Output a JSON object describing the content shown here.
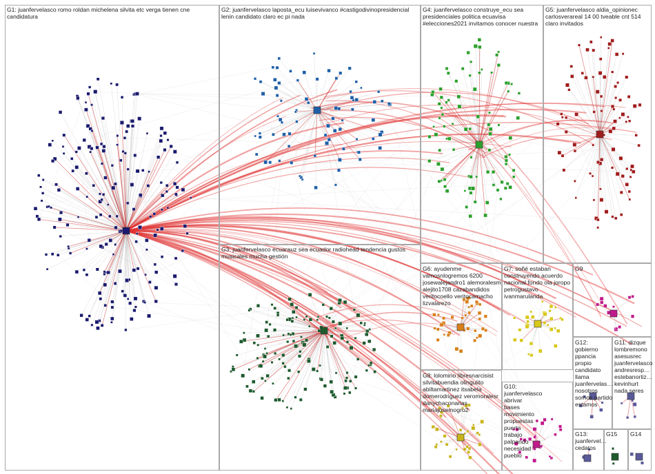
{
  "graph": {
    "background": "#ffffff",
    "edge_color_strong": "#e03030",
    "edge_color_weak": "#b0b0b0",
    "groups": [
      {
        "id": "G1",
        "label": "G1: juanfervelasco romo roldan michelena silvita etc verga tienen cne candidatura",
        "node_color": "#1a1a6e"
      },
      {
        "id": "G2",
        "label": "G2: juanfervelasco laposta_ecu luisevivanco #castigodivinopresidencial lenin candidato claro ec pi nada",
        "node_color": "#1f5fa8"
      },
      {
        "id": "G3",
        "label": "G3: juanfervelasco ecuarauz sea ecuador radiohead tendencia gustos musicales mucha gestión",
        "node_color": "#1e5a2e"
      },
      {
        "id": "G4",
        "label": "G4: juanfervelasco construye_ecu sea presidenciales politica ecuavisa #elecciones2021 invitamos conocer nuestra",
        "node_color": "#2ca02c"
      },
      {
        "id": "G5",
        "label": "G5: juanfervelasco aldia_opinionec carlosverareal 14 00 tveable cnt 514 claro invitados",
        "node_color": "#a01c1c"
      },
      {
        "id": "G6",
        "label": "G6: ayudenme vamosnlogremos 6200 josewalejandro1 alemoralesm alejito1708 cazabandidos veritocoello veritocamacho lizvalarezo",
        "node_color": "#d8801a"
      },
      {
        "id": "G7",
        "label": "G7: soñé estaban construyendo acuerdo nacional fondo ola joropo petrogustavo ivanmarulanda",
        "node_color": "#d8c81a"
      },
      {
        "id": "G8",
        "label": "G8: lolomino libresnarcisist silvitabuendia olinguiito abiltamartinez itsabela domerodriguez veromoralesr danychaconarias mariajosemogro2",
        "node_color": "#c8b41a"
      },
      {
        "id": "G9",
        "label": "G9",
        "node_color": "#c01a8c"
      },
      {
        "id": "G10",
        "label": "G10: juanfervelasco abrivar bases movimiento propuestas puerta trabajo palpando necesidad pueblo",
        "node_color": "#c01a8c"
      },
      {
        "id": "G11",
        "label": "G11: dizque lombremono asesusrec juanfervelasco andresresp… estebanortiz… kevinhurt nada seres",
        "node_color": "#5a5a9a"
      },
      {
        "id": "G12",
        "label": "G12: gobierno ppancia propio candidato llama juanfervelas… nosotros somos partido estamos",
        "node_color": "#5a5a9a"
      },
      {
        "id": "G13",
        "label": "G13: juanfervel… cedatos",
        "node_color": "#5a5a9a"
      },
      {
        "id": "G14",
        "label": "G14",
        "node_color": "#5a5a9a"
      },
      {
        "id": "G15",
        "label": "G15",
        "node_color": "#1e5a2e"
      }
    ]
  }
}
